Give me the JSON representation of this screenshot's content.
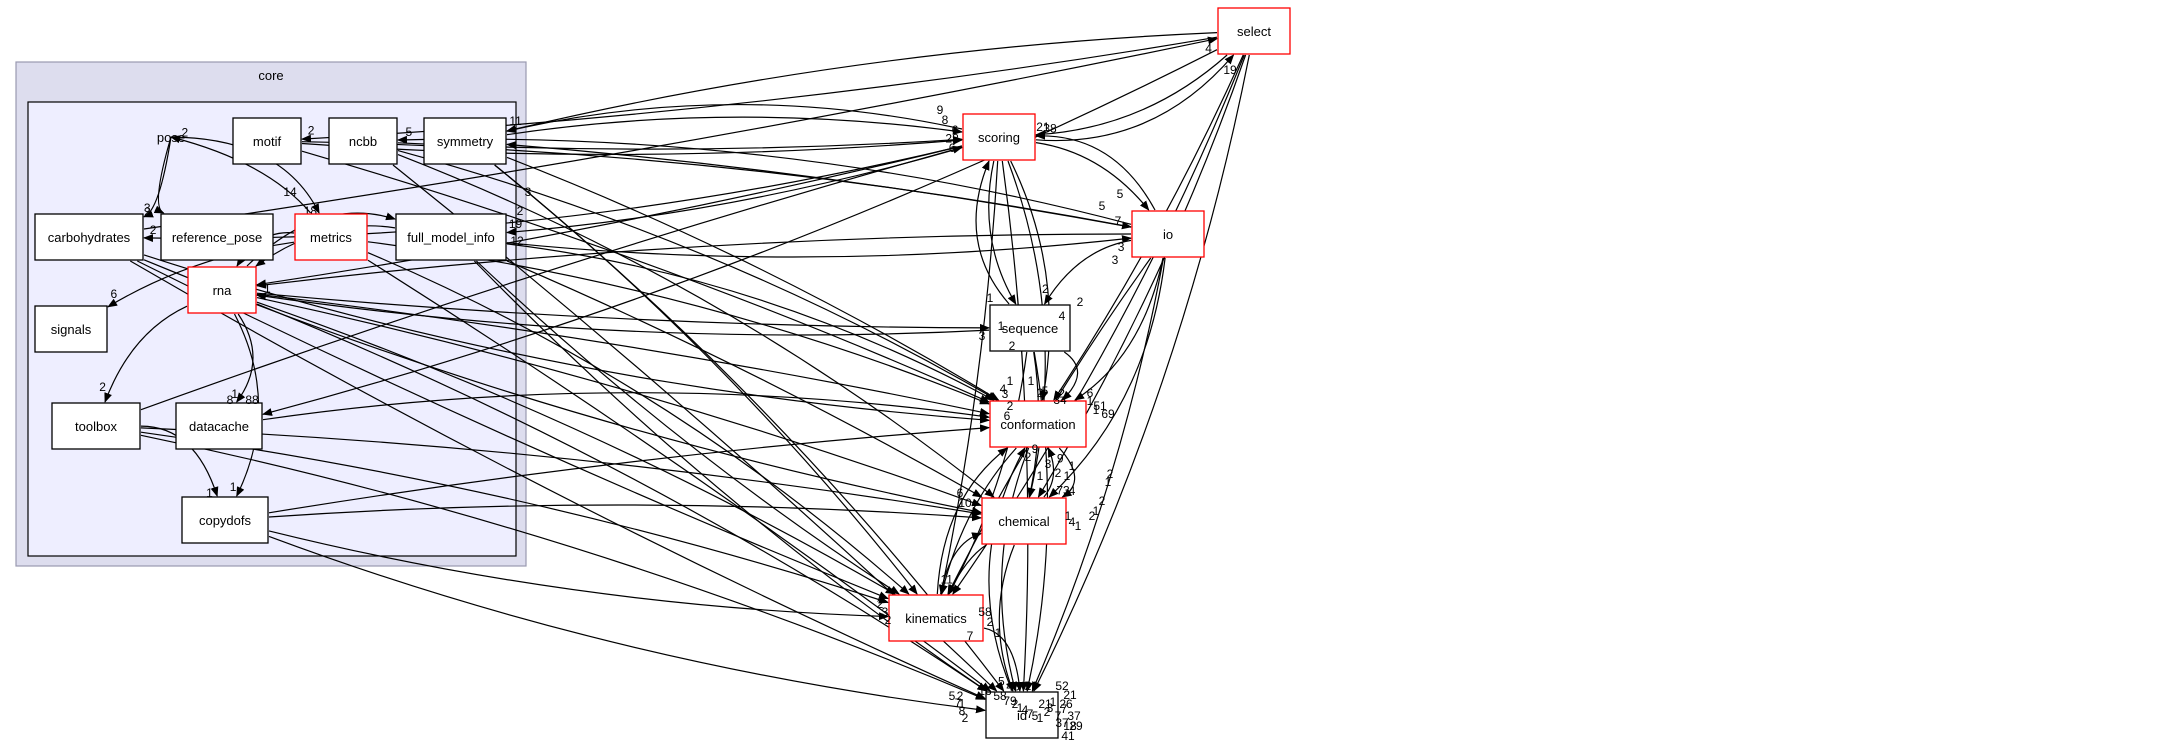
{
  "colors": {
    "outer_cluster_fill": "#ddddee",
    "outer_cluster_stroke": "#9a9ab0",
    "inner_cluster_fill": "#eeeeff",
    "inner_cluster_stroke": "#000000",
    "node_fill": "#ffffff",
    "node_stroke_default": "#000000",
    "node_stroke_highlight": "#ff0000",
    "edge": "#000000"
  },
  "clusters": [
    {
      "id": "core",
      "label": "core"
    },
    {
      "id": "pose",
      "label": "pose"
    }
  ],
  "nodes": [
    {
      "id": "motif",
      "label": "motif",
      "highlight": false
    },
    {
      "id": "ncbb",
      "label": "ncbb",
      "highlight": false
    },
    {
      "id": "symmetry",
      "label": "symmetry",
      "highlight": false
    },
    {
      "id": "carbohydrates",
      "label": "carbohydrates",
      "highlight": false
    },
    {
      "id": "reference_pose",
      "label": "reference_pose",
      "highlight": false
    },
    {
      "id": "metrics",
      "label": "metrics",
      "highlight": true
    },
    {
      "id": "full_model_info",
      "label": "full_model_info",
      "highlight": false
    },
    {
      "id": "signals",
      "label": "signals",
      "highlight": false
    },
    {
      "id": "rna",
      "label": "rna",
      "highlight": true
    },
    {
      "id": "toolbox",
      "label": "toolbox",
      "highlight": false
    },
    {
      "id": "datacache",
      "label": "datacache",
      "highlight": false
    },
    {
      "id": "copydofs",
      "label": "copydofs",
      "highlight": false
    },
    {
      "id": "select",
      "label": "select",
      "highlight": true
    },
    {
      "id": "scoring",
      "label": "scoring",
      "highlight": true
    },
    {
      "id": "io",
      "label": "io",
      "highlight": true
    },
    {
      "id": "sequence",
      "label": "sequence",
      "highlight": false
    },
    {
      "id": "conformation",
      "label": "conformation",
      "highlight": true
    },
    {
      "id": "chemical",
      "label": "chemical",
      "highlight": true
    },
    {
      "id": "kinematics",
      "label": "kinematics",
      "highlight": true
    },
    {
      "id": "id",
      "label": "id",
      "highlight": false
    }
  ],
  "edges": [
    {
      "from": "carbohydrates",
      "to": "select",
      "label": "4"
    },
    {
      "from": "select",
      "to": "motif",
      "label": "2"
    },
    {
      "from": "select",
      "to": "symmetry",
      "label": "11"
    },
    {
      "from": "select",
      "to": "scoring",
      "label": "21"
    },
    {
      "from": "scoring",
      "to": "select",
      "label": "19"
    },
    {
      "from": "select",
      "to": "conformation",
      "label": ""
    },
    {
      "from": "select",
      "to": "chemical",
      "label": ""
    },
    {
      "from": "select",
      "to": "kinematics",
      "label": ""
    },
    {
      "from": "select",
      "to": "id",
      "label": ""
    },
    {
      "from": "select",
      "to": "datacache",
      "label": ""
    },
    {
      "from": "ncbb",
      "to": "scoring",
      "label": "6"
    },
    {
      "from": "motif",
      "to": "scoring",
      "label": ""
    },
    {
      "from": "symmetry",
      "to": "scoring",
      "label": "28"
    },
    {
      "from": "scoring",
      "to": "symmetry",
      "label": ""
    },
    {
      "from": "scoring",
      "to": "carbohydrates",
      "label": "2"
    },
    {
      "from": "scoring",
      "to": "rna",
      "label": ""
    },
    {
      "from": "scoring",
      "to": "full_model_info",
      "label": "19"
    },
    {
      "from": "scoring",
      "to": "sequence",
      "label": ""
    },
    {
      "from": "scoring",
      "to": "conformation",
      "label": ""
    },
    {
      "from": "scoring",
      "to": "chemical",
      "label": ""
    },
    {
      "from": "scoring",
      "to": "kinematics",
      "label": ""
    },
    {
      "from": "scoring",
      "to": "id",
      "label": ""
    },
    {
      "from": "scoring",
      "to": "io",
      "label": ""
    },
    {
      "from": "io",
      "to": "scoring",
      "label": "38"
    },
    {
      "from": "io",
      "to": "ncbb",
      "label": "5"
    },
    {
      "from": "io",
      "to": "symmetry",
      "label": ""
    },
    {
      "from": "io",
      "to": "rna",
      "label": ""
    },
    {
      "from": "io",
      "to": "sequence",
      "label": "2"
    },
    {
      "from": "io",
      "to": "conformation",
      "label": ""
    },
    {
      "from": "io",
      "to": "chemical",
      "label": ""
    },
    {
      "from": "io",
      "to": "kinematics",
      "label": ""
    },
    {
      "from": "io",
      "to": "id",
      "label": ""
    },
    {
      "from": "full_model_info",
      "to": "io",
      "label": "3"
    },
    {
      "from": "carbohydrates",
      "to": "chemical",
      "label": ""
    },
    {
      "from": "carbohydrates",
      "to": "conformation",
      "label": ""
    },
    {
      "from": "carbohydrates",
      "to": "kinematics",
      "label": ""
    },
    {
      "from": "carbohydrates",
      "to": "id",
      "label": ""
    },
    {
      "from": "pose",
      "to": "carbohydrates",
      "label": "3"
    },
    {
      "from": "pose",
      "to": "reference_pose",
      "label": "2"
    },
    {
      "from": "pose",
      "to": "metrics",
      "label": "18"
    },
    {
      "from": "metrics",
      "to": "pose",
      "label": "2"
    },
    {
      "from": "metrics",
      "to": "signals",
      "label": "6"
    },
    {
      "from": "metrics",
      "to": "rna",
      "label": ""
    },
    {
      "from": "full_model_info",
      "to": "rna",
      "label": ""
    },
    {
      "from": "rna",
      "to": "full_model_info",
      "label": ""
    },
    {
      "from": "rna",
      "to": "sequence",
      "label": ""
    },
    {
      "from": "sequence",
      "to": "rna",
      "label": "1"
    },
    {
      "from": "rna",
      "to": "toolbox",
      "label": "2"
    },
    {
      "from": "rna",
      "to": "datacache",
      "label": "1"
    },
    {
      "from": "rna",
      "to": "copydofs",
      "label": "1"
    },
    {
      "from": "rna",
      "to": "conformation",
      "label": ""
    },
    {
      "from": "rna",
      "to": "chemical",
      "label": ""
    },
    {
      "from": "rna",
      "to": "kinematics",
      "label": ""
    },
    {
      "from": "rna",
      "to": "id",
      "label": ""
    },
    {
      "from": "toolbox",
      "to": "copydofs",
      "label": "1"
    },
    {
      "from": "toolbox",
      "to": "scoring",
      "label": ""
    },
    {
      "from": "toolbox",
      "to": "chemical",
      "label": ""
    },
    {
      "from": "toolbox",
      "to": "kinematics",
      "label": ""
    },
    {
      "from": "toolbox",
      "to": "id",
      "label": ""
    },
    {
      "from": "datacache",
      "to": "conformation",
      "label": ""
    },
    {
      "from": "copydofs",
      "to": "conformation",
      "label": ""
    },
    {
      "from": "copydofs",
      "to": "chemical",
      "label": ""
    },
    {
      "from": "copydofs",
      "to": "kinematics",
      "label": ""
    },
    {
      "from": "copydofs",
      "to": "id",
      "label": ""
    },
    {
      "from": "sequence",
      "to": "conformation",
      "label": "2"
    },
    {
      "from": "sequence",
      "to": "chemical",
      "label": ""
    },
    {
      "from": "sequence",
      "to": "kinematics",
      "label": ""
    },
    {
      "from": "sequence",
      "to": "id",
      "label": ""
    },
    {
      "from": "sequence",
      "to": "scoring",
      "label": ""
    },
    {
      "from": "conformation",
      "to": "chemical",
      "label": "73"
    },
    {
      "from": "chemical",
      "to": "conformation",
      "label": "9"
    },
    {
      "from": "conformation",
      "to": "kinematics",
      "label": ""
    },
    {
      "from": "kinematics",
      "to": "conformation",
      "label": ""
    },
    {
      "from": "conformation",
      "to": "id",
      "label": ""
    },
    {
      "from": "id",
      "to": "conformation",
      "label": "2"
    },
    {
      "from": "chemical",
      "to": "kinematics",
      "label": "11"
    },
    {
      "from": "kinematics",
      "to": "chemical",
      "label": ""
    },
    {
      "from": "chemical",
      "to": "id",
      "label": "5"
    },
    {
      "from": "kinematics",
      "to": "id",
      "label": "43"
    },
    {
      "from": "full_model_info",
      "to": "conformation",
      "label": ""
    },
    {
      "from": "full_model_info",
      "to": "chemical",
      "label": ""
    },
    {
      "from": "full_model_info",
      "to": "kinematics",
      "label": ""
    },
    {
      "from": "full_model_info",
      "to": "id",
      "label": ""
    },
    {
      "from": "metrics",
      "to": "conformation",
      "label": ""
    },
    {
      "from": "metrics",
      "to": "kinematics",
      "label": ""
    },
    {
      "from": "metrics",
      "to": "id",
      "label": ""
    },
    {
      "from": "motif",
      "to": "conformation",
      "label": ""
    },
    {
      "from": "motif",
      "to": "io",
      "label": ""
    },
    {
      "from": "ncbb",
      "to": "conformation",
      "label": ""
    },
    {
      "from": "ncbb",
      "to": "chemical",
      "label": ""
    },
    {
      "from": "ncbb",
      "to": "id",
      "label": ""
    },
    {
      "from": "symmetry",
      "to": "conformation",
      "label": ""
    },
    {
      "from": "symmetry",
      "to": "kinematics",
      "label": ""
    },
    {
      "from": "symmetry",
      "to": "id",
      "label": ""
    }
  ],
  "loose_labels": [
    "14",
    "3",
    "2",
    "12",
    "34",
    "8",
    "88",
    "4",
    "6",
    "2",
    "9",
    "8",
    "6",
    "5",
    "7",
    "3",
    "5",
    "2",
    "4",
    "1",
    "3",
    "1",
    "2",
    "1",
    "5",
    "3",
    "6",
    "1",
    "1",
    "2",
    "1",
    "9",
    "3",
    "1",
    "2",
    "4",
    "6",
    "10",
    "51",
    "69",
    "1",
    "1",
    "52",
    "2",
    "2",
    "1",
    "2",
    "1",
    "2",
    "1",
    "4",
    "1",
    "58",
    "2",
    "1",
    "7",
    "2",
    "3",
    "2",
    "16",
    "58",
    "2",
    "1",
    "21",
    "37",
    "29",
    "18",
    "41",
    "26",
    "7",
    "37",
    "5",
    "7",
    "8",
    "2",
    "7",
    "21",
    "79",
    "2",
    "1",
    "4",
    "7",
    "5",
    "1",
    "2",
    "3",
    "1"
  ]
}
